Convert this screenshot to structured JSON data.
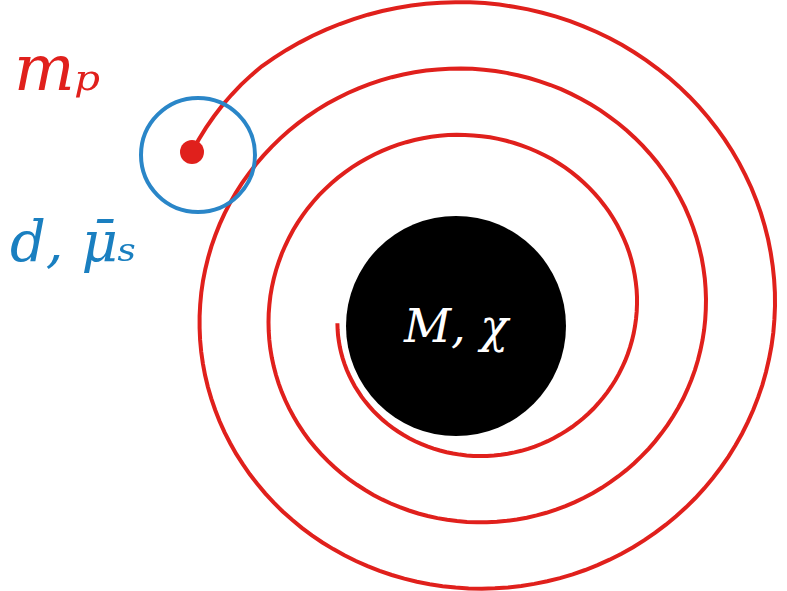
{
  "diagram": {
    "nodes": [
      {
        "text": [
          "M, χ"
        ]
      }
    ],
    "labels": [
      "mₚ",
      "d, μ̄ₛ"
    ]
  }
}
